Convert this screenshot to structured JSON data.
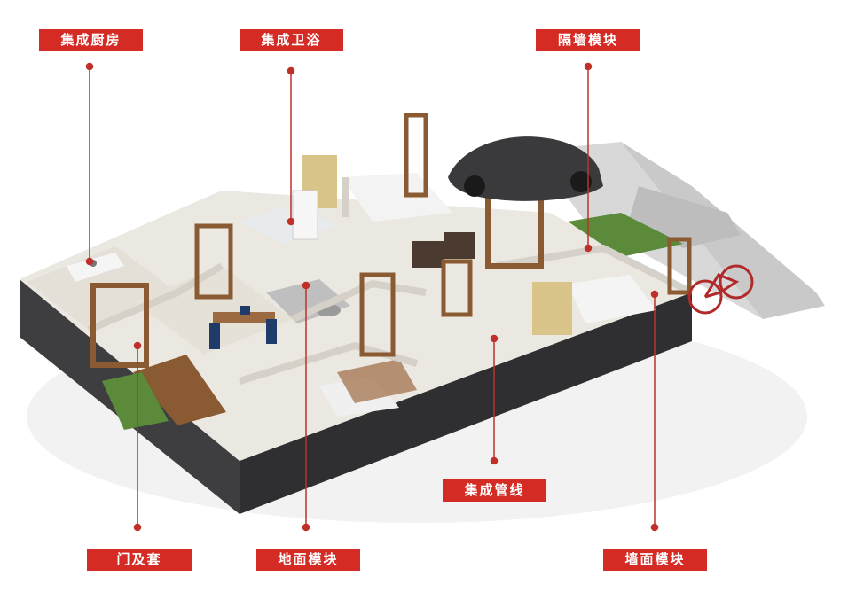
{
  "labels": {
    "kitchen": "集成厨房",
    "bathroom": "集成卫浴",
    "partition": "隔墙模块",
    "pipeline": "集成管线",
    "door": "门及套",
    "floor": "地面模块",
    "wall": "墙面模块"
  },
  "colors": {
    "label_bg": "#d42b25",
    "leader_line": "#c0302a",
    "wall_top": "#ebe8e2",
    "wall_side": "#3e3e40",
    "wood": "#8a5a32",
    "floor_light": "#e9e4da",
    "floor_wood": "#9c6a42",
    "grass": "#5a8a3a"
  }
}
